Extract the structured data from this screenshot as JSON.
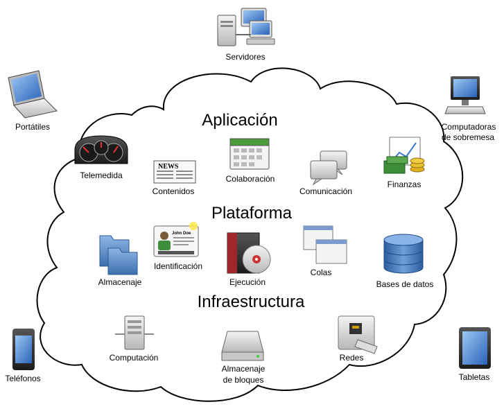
{
  "layers": {
    "application": "Aplicación",
    "platform": "Plataforma",
    "infrastructure": "Infraestructura"
  },
  "devices": {
    "servers": "Servidores",
    "laptops": "Portátiles",
    "desktops_line1": "Computadoras",
    "desktops_line2": "de sobremesa",
    "phones": "Teléfonos",
    "tablets": "Tabletas"
  },
  "application_items": {
    "monitoring": "Telemedida",
    "content": "Contenidos",
    "collaboration": "Colaboración",
    "communication": "Comunicación",
    "finance": "Finanzas"
  },
  "platform_items": {
    "object_storage": "Almacenaje",
    "identity": "Identificación",
    "runtime": "Ejecución",
    "queue": "Colas",
    "database": "Bases de datos"
  },
  "infrastructure_items": {
    "compute": "Computación",
    "block_storage_line1": "Almacenaje",
    "block_storage_line2": "de bloques",
    "network": "Redes"
  },
  "icon_text": {
    "news": "NEWS",
    "badge_name": "John Doe"
  },
  "colors": {
    "cloud_outline": "#000000",
    "screen_blue": "#3a78c8",
    "folder_blue": "#4f86c6",
    "database_blue": "#3b6fb0",
    "money_green": "#3f8f3a",
    "coin_gold": "#e0b020"
  }
}
